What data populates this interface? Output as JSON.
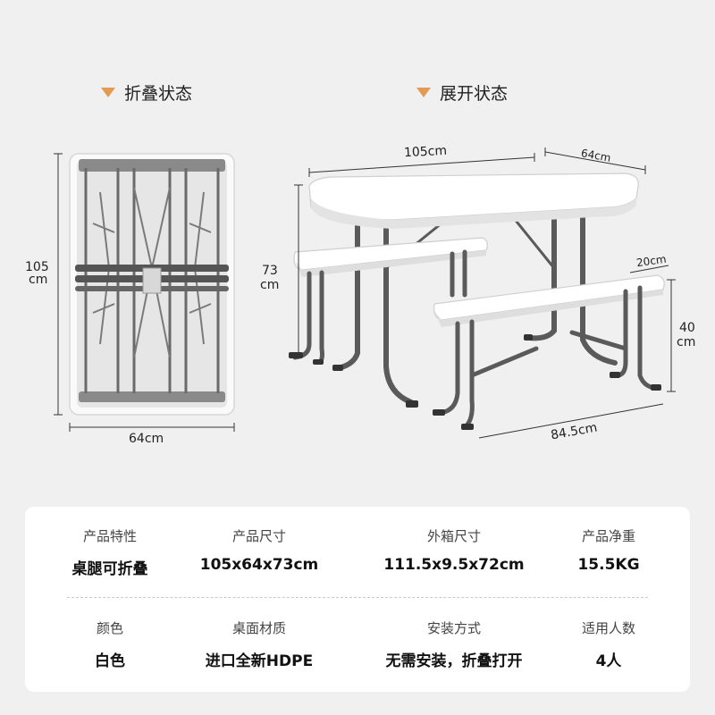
{
  "sections": {
    "folded": {
      "title": "折叠状态"
    },
    "unfolded": {
      "title": "展开状态"
    }
  },
  "folded_dims": {
    "height_num": "105",
    "height_unit": "cm",
    "width": "64cm"
  },
  "unfolded_dims": {
    "table_length": "105cm",
    "table_width": "64cm",
    "table_height_num": "73",
    "table_height_unit": "cm",
    "bench_width": "20cm",
    "bench_height_num": "40",
    "bench_height_unit": "cm",
    "bench_length": "84.5cm"
  },
  "specs": {
    "row1": [
      {
        "label": "产品特性",
        "value": "桌腿可折叠"
      },
      {
        "label": "产品尺寸",
        "value": "105x64x73cm"
      },
      {
        "label": "外箱尺寸",
        "value": "111.5x9.5x72cm"
      },
      {
        "label": "产品净重",
        "value": "15.5KG"
      }
    ],
    "row2": [
      {
        "label": "颜色",
        "value": "白色"
      },
      {
        "label": "桌面材质",
        "value": "进口全新HDPE"
      },
      {
        "label": "安装方式",
        "value": "无需安装，折叠打开"
      },
      {
        "label": "适用人数",
        "value": "4人"
      }
    ]
  },
  "colors": {
    "accent": "#e39a52",
    "frame": "#5a5a5a",
    "top": "#ffffff",
    "background": "#f0f0f0"
  }
}
